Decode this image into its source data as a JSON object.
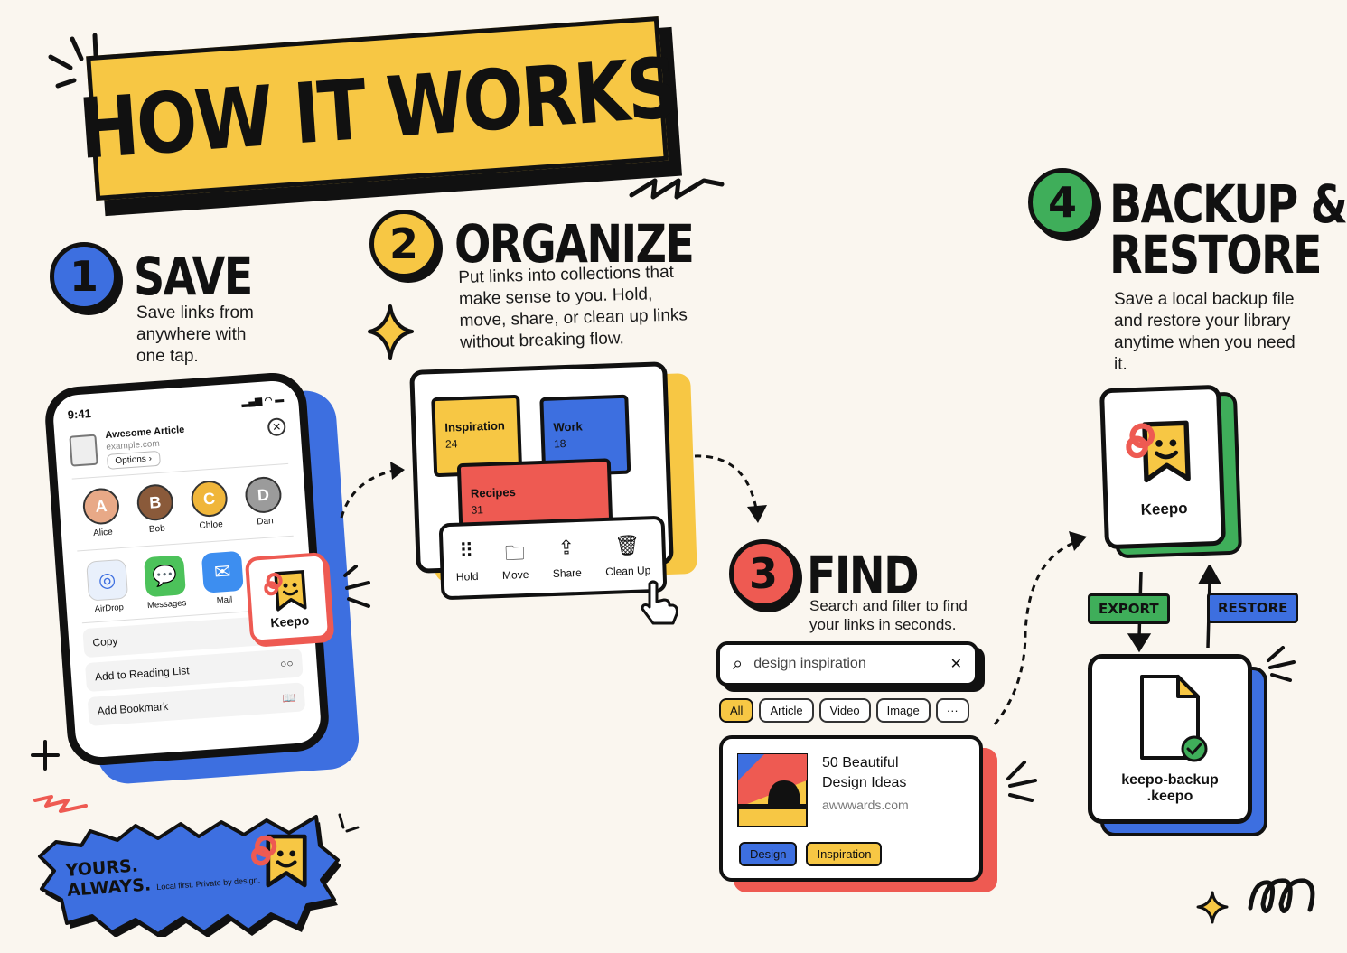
{
  "title": "HOW IT WORKS",
  "steps": [
    {
      "num": "1",
      "title": "SAVE",
      "desc": "Save links from anywhere with one tap.",
      "color": "#3d6fe0"
    },
    {
      "num": "2",
      "title": "ORGANIZE",
      "desc": "Put links into collections that make sense to you. Hold, move, share, or clean up links without breaking flow.",
      "color": "#f7c744"
    },
    {
      "num": "3",
      "title": "FIND",
      "desc": "Search and filter to find your links in seconds.",
      "color": "#ee5a52"
    },
    {
      "num": "4",
      "title": "BACKUP & RESTORE",
      "desc": "Save a local backup file and restore your library anytime when you need it.",
      "color": "#3fae5a"
    }
  ],
  "phone": {
    "time": "9:41",
    "article_title": "Awesome Article",
    "article_url": "example.com",
    "options_label": "Options",
    "contacts": [
      "Alice",
      "Bob",
      "Chloe",
      "Dan"
    ],
    "apps": [
      "AirDrop",
      "Messages",
      "Mail"
    ],
    "keepo_label": "Keepo",
    "actions": [
      "Copy",
      "Add to Reading List",
      "Add Bookmark"
    ]
  },
  "organize": {
    "folders": [
      {
        "name": "Inspiration",
        "count": "24"
      },
      {
        "name": "Work",
        "count": "18"
      },
      {
        "name": "Recipes",
        "count": "31"
      }
    ],
    "tools": [
      "Hold",
      "Move",
      "Share",
      "Clean Up"
    ]
  },
  "find": {
    "search_value": "design inspiration",
    "filters": [
      "All",
      "Article",
      "Video",
      "Image",
      "···"
    ],
    "result_title_1": "50 Beautiful",
    "result_title_2": "Design Ideas",
    "result_domain": "awwwards.com",
    "tags": [
      "Design",
      "Inspiration"
    ]
  },
  "backup": {
    "app_name": "Keepo",
    "export_label": "EXPORT",
    "restore_label": "RESTORE",
    "file_name_1": "keepo-backup",
    "file_name_2": ".keepo"
  },
  "badge": {
    "line1": "YOURS.",
    "line2": "ALWAYS.",
    "tagline": "Local first. Private by design."
  },
  "colors": {
    "background": "#faf6ef",
    "yellow": "#f7c744",
    "blue": "#3d6fe0",
    "red": "#ee5a52",
    "green": "#3fae5a"
  }
}
